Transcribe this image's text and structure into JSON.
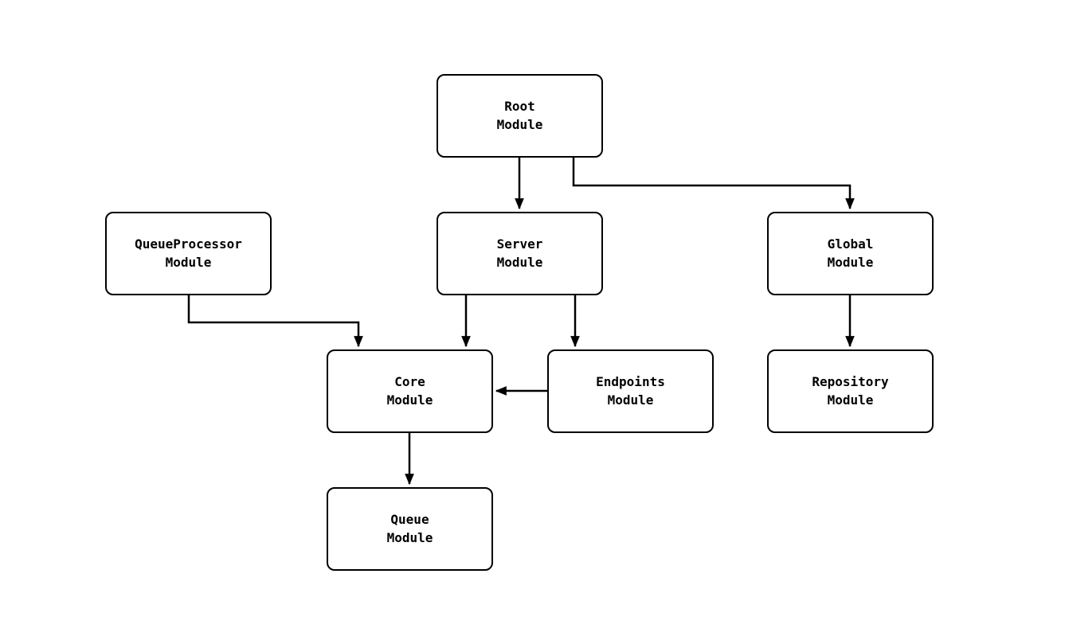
{
  "diagram": {
    "type": "module-dependency-flowchart",
    "colors": {
      "background": "#ffffff",
      "node_fill": "#ffffff",
      "stroke": "#000000",
      "text": "#000000"
    },
    "nodes": {
      "root": {
        "label": "Root\nModule"
      },
      "server": {
        "label": "Server\nModule"
      },
      "queueprocessor": {
        "label": "QueueProcessor\nModule"
      },
      "global": {
        "label": "Global\nModule"
      },
      "core": {
        "label": "Core\nModule"
      },
      "endpoints": {
        "label": "Endpoints\nModule"
      },
      "repository": {
        "label": "Repository\nModule"
      },
      "queue": {
        "label": "Queue\nModule"
      }
    },
    "edges": [
      {
        "from": "Root Module",
        "to": "Server Module"
      },
      {
        "from": "Root Module",
        "to": "Global Module"
      },
      {
        "from": "QueueProcessor Module",
        "to": "Core Module"
      },
      {
        "from": "Server Module",
        "to": "Core Module"
      },
      {
        "from": "Server Module",
        "to": "Endpoints Module"
      },
      {
        "from": "Endpoints Module",
        "to": "Core Module"
      },
      {
        "from": "Global Module",
        "to": "Repository Module"
      },
      {
        "from": "Core Module",
        "to": "Queue Module"
      }
    ]
  }
}
